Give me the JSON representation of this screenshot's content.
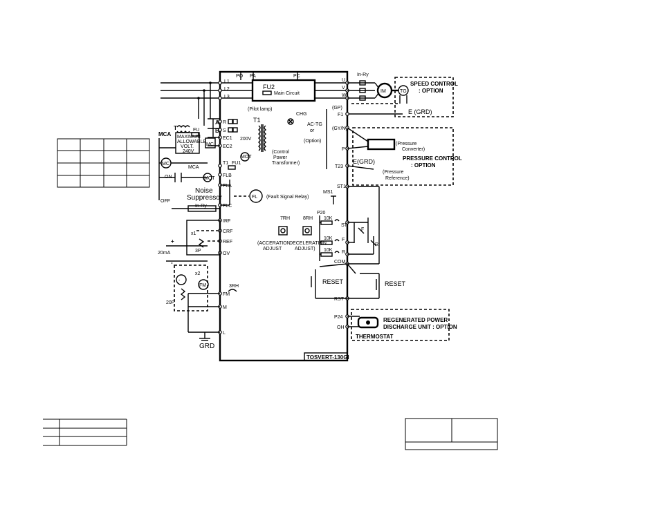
{
  "diagram": {
    "model": "TOSVERT-130GI",
    "main_circuit": {
      "fuse": "FU2",
      "label": "Main Circuit"
    },
    "pilot_lamp": {
      "label": "(Pilot lamp)",
      "name": "CHG"
    },
    "transformer": {
      "name": "T1",
      "voltage": "200V",
      "label_lines": [
        "(Control",
        "Power",
        "Transformer)"
      ]
    },
    "max_voltage_box": [
      "MAXIMUM",
      "ALLOWABLE",
      "VOLT.",
      "240V"
    ],
    "relay_in": "In-Ry",
    "motor": "IM",
    "tach": "TG",
    "speed_control": [
      "SPEED CONTROL",
      ": OPTION"
    ],
    "grd_e": "E (GRD)",
    "pressure_converter": [
      "(Pressure",
      "Converter)"
    ],
    "pressure_control": [
      "PRESSURE CONTROL",
      ": OPTION"
    ],
    "pressure_reference": [
      "(Pressure",
      "Reference)"
    ],
    "acg_option": [
      "AC-TG",
      "or",
      "(Option)"
    ],
    "egrd": "E(GRD)",
    "fault_relay": "(Fault Signal Relay)",
    "fl": "FL",
    "noise_suppressor": [
      "Noise",
      "Suppressor"
    ],
    "mca": "MCA",
    "mc": "MC",
    "on": "ON",
    "off": "OFF",
    "fu1": "FU1",
    "fu": "FU",
    "t": "T",
    "mot": "MOT",
    "accel": [
      "(ACCERATION",
      "ADJUST"
    ],
    "decel": [
      "DECELERATION",
      "ADJUST)"
    ],
    "rh1": "7RH",
    "rh2": "8RH",
    "p20": "P20",
    "res": [
      "10K",
      "10K",
      "10K"
    ],
    "st_labels": [
      "ST",
      "F",
      "R"
    ],
    "switch_f": "F",
    "switch_r": "R",
    "reset_left": "RESET",
    "reset_right": "RESET",
    "regen": [
      "REGENERATED POWER",
      "DISCHARGE UNIT : OPTION"
    ],
    "thermostat": "THERMOSTAT",
    "grd": "GRD",
    "ma": "20mA",
    "r20": "20P",
    "rh3": "3RH",
    "fm": "FM",
    "x1": "x1",
    "x2": "x2",
    "n3": "3P",
    "plus": "+",
    "minus": "-",
    "terminals_top": [
      "PO",
      "PA",
      "PC"
    ],
    "terminals_left": [
      "L1",
      "L2",
      "L3",
      "R",
      "S",
      "EC1",
      "EC2",
      "T1",
      "FLB",
      "FLA",
      "FLC",
      "IRF",
      "CRF",
      "REF",
      "OV",
      "FM",
      "M",
      "L"
    ],
    "terminals_right": [
      "U",
      "V",
      "W",
      "(GP)",
      "F1",
      "(GY/N)",
      "P",
      "T23",
      "ST1",
      "F",
      "R",
      "COM",
      "RST",
      "P24",
      "OH",
      "MS1"
    ],
    "terminal_a": "A",
    "terminal_b": "B"
  }
}
